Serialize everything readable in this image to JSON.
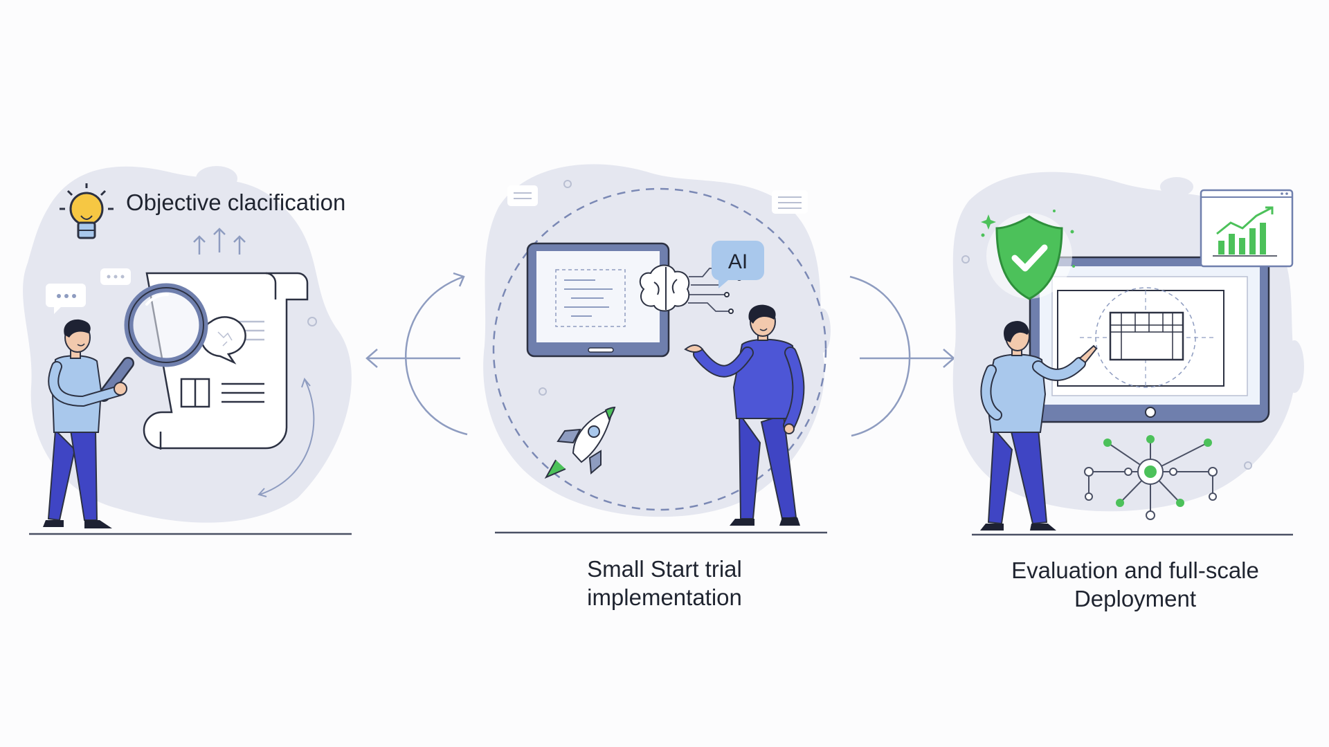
{
  "steps": [
    {
      "title": "Objective clacification",
      "icon": "lightbulb-icon",
      "illustration": "person-with-magnifying-glass-and-document"
    },
    {
      "title_line1": "Small Start trial",
      "title_line2": "implementation",
      "badge": "AI",
      "icon": "rocket-icon",
      "illustration": "person-presenting-tablet-with-ai-brain"
    },
    {
      "title_line1": "Evaluation and full-scale",
      "title_line2": "Deployment",
      "icon": "shield-check-icon",
      "illustration": "person-pointing-at-monitor-with-growth-chart"
    }
  ],
  "colors": {
    "blob": "#e5e7f0",
    "line": "#8e9cc0",
    "frame": "#6f7fad",
    "person_shirt_light": "#a9c8ec",
    "person_shirt_dark": "#4d56d6",
    "pants": "#3f45c4",
    "hair": "#1e2233",
    "accent_green": "#4cc15a",
    "bulb_yellow": "#f6c743",
    "ai_bubble": "#a9c8ec",
    "text": "#1f2430"
  }
}
